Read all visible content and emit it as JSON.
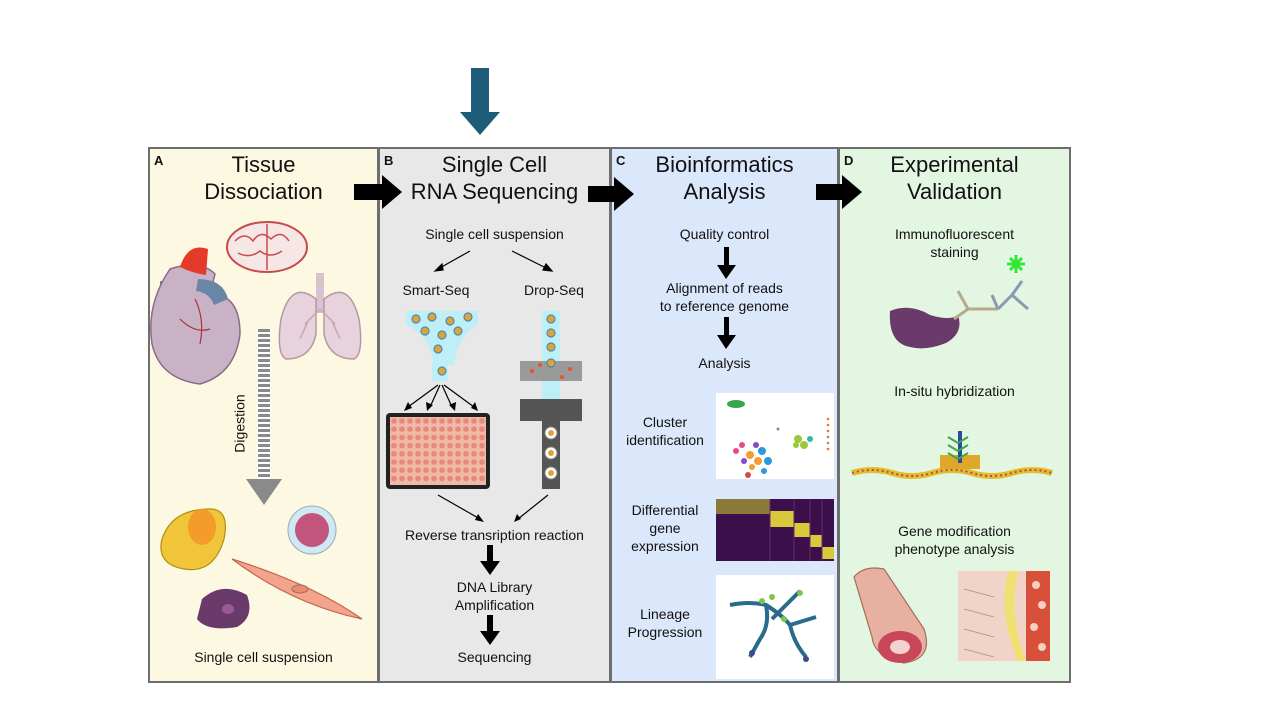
{
  "colors": {
    "panel_a_bg": "#fdf8e2",
    "panel_b_bg": "#e8e8e8",
    "panel_c_bg": "#dbe7fb",
    "panel_d_bg": "#e3f6e2",
    "top_arrow": "#1f5c7a",
    "flow_arrow": "#000000"
  },
  "panels": [
    {
      "letter": "A",
      "title_line1": "Tissue",
      "title_line2": "Dissociation",
      "digestion_label": "Digestion",
      "bottom_label": "Single cell suspension"
    },
    {
      "letter": "B",
      "title_line1": "Single Cell",
      "title_line2": "RNA Sequencing",
      "suspension": "Single cell suspension",
      "smart_seq": "Smart-Seq",
      "drop_seq": "Drop-Seq",
      "rt_reaction": "Reverse transription reaction",
      "library_line1": "DNA Library",
      "library_line2": "Amplification",
      "sequencing": "Sequencing"
    },
    {
      "letter": "C",
      "title_line1": "Bioinformatics",
      "title_line2": "Analysis",
      "quality": "Quality control",
      "alignment_line1": "Alignment of reads",
      "alignment_line2": "to reference genome",
      "analysis": "Analysis",
      "cluster_line1": "Cluster",
      "cluster_line2": "identification",
      "diff_line1": "Differential",
      "diff_line2": "gene",
      "diff_line3": "expression",
      "lineage_line1": "Lineage",
      "lineage_line2": "Progression"
    },
    {
      "letter": "D",
      "title_line1": "Experimental",
      "title_line2": "Validation",
      "immuno_line1": "Immunofluorescent",
      "immuno_line2": "staining",
      "insitu": "In-situ hybridization",
      "genemod_line1": "Gene modification",
      "genemod_line2": "phenotype analysis"
    }
  ]
}
